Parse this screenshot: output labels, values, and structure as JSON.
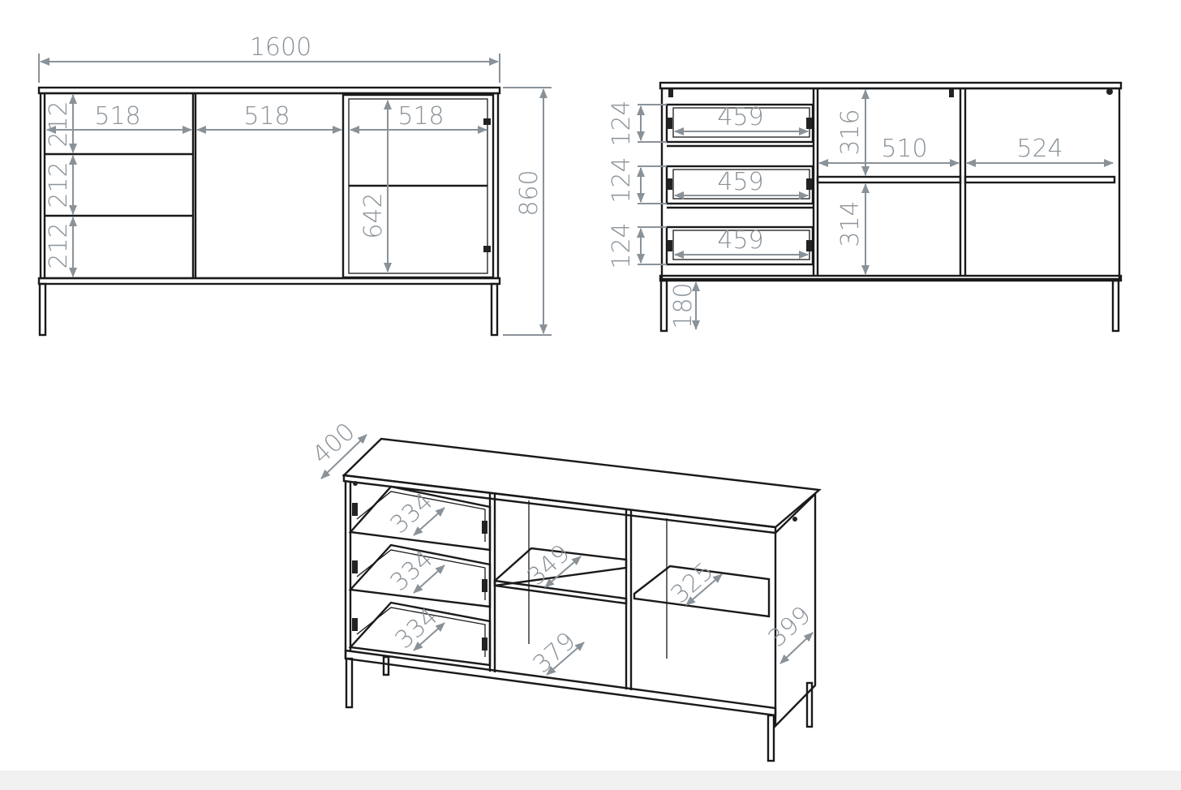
{
  "front_view": {
    "width": "1600",
    "height": "860",
    "drawer_widths": [
      "518",
      "518",
      "518"
    ],
    "drawer_heights": [
      "212",
      "212",
      "212"
    ],
    "glass_height": "642"
  },
  "open_view": {
    "drawer_front_heights": [
      "124",
      "124",
      "124"
    ],
    "drawer_inner_widths": [
      "459",
      "459",
      "459"
    ],
    "upper_height": "316",
    "lower_height": "314",
    "middle_width": "510",
    "right_width": "524",
    "leg_height": "180"
  },
  "iso_view": {
    "depth": "400",
    "drawer_depths": [
      "334",
      "334",
      "334"
    ],
    "mid_shelf_depth": "349",
    "right_shelf_depth": "325",
    "bottom_depth": "379",
    "side_depth": "399"
  },
  "colors": {
    "line": "#1a1a1a",
    "dimension": "#8a9299",
    "background": "#ffffff"
  }
}
